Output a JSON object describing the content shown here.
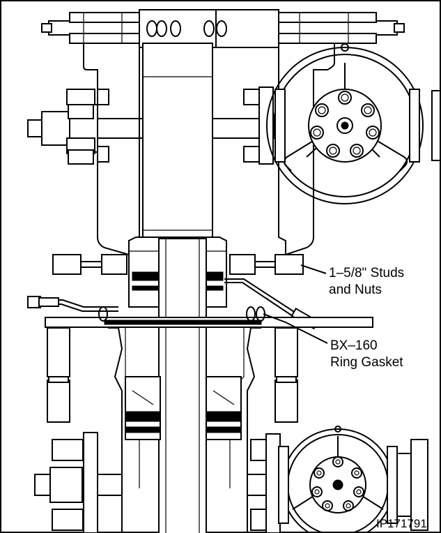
{
  "callouts": {
    "studs_line1": "1–5/8\" Studs",
    "studs_line2": "and Nuts",
    "gasket_line1": "BX–160",
    "gasket_line2": "Ring Gasket"
  },
  "reference_id": "IP171791"
}
